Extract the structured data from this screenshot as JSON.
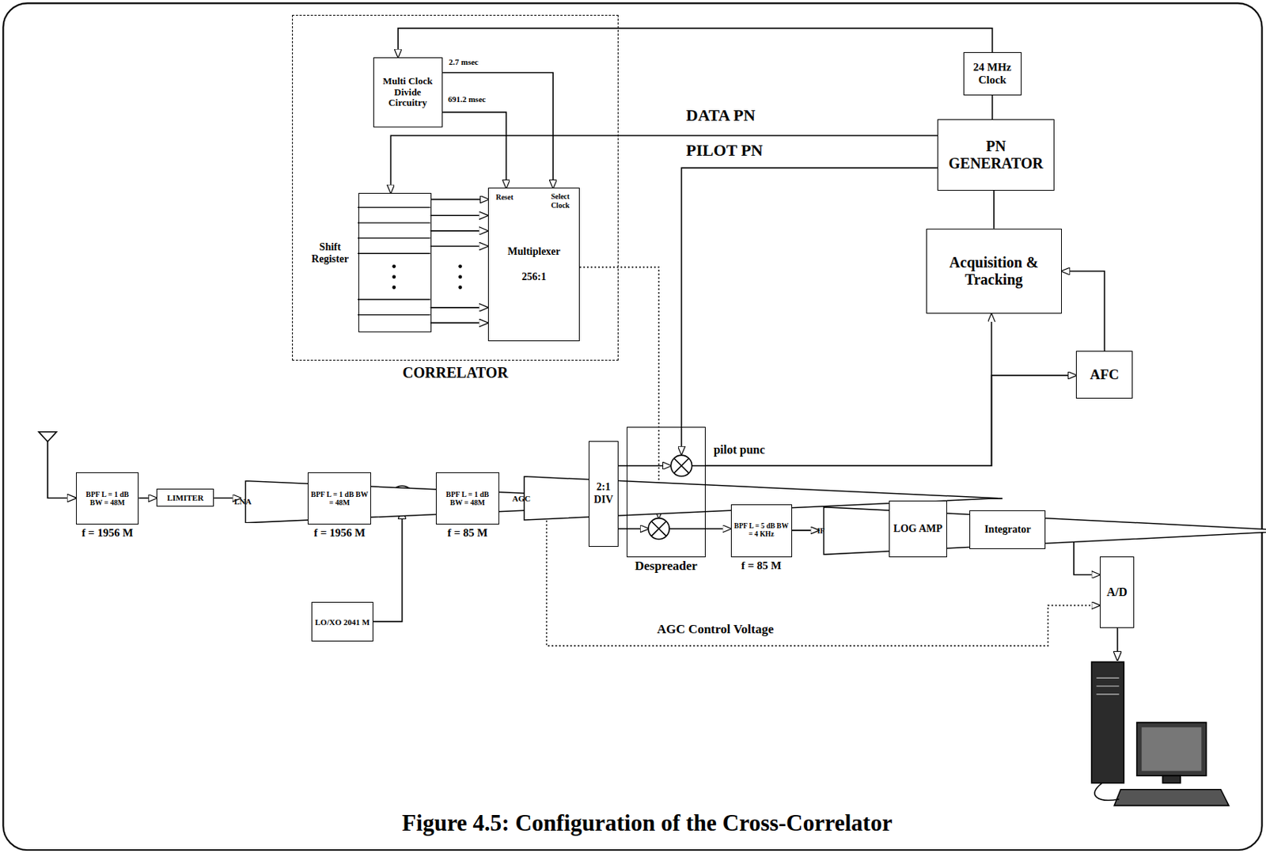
{
  "diagram": {
    "caption": "Figure 4.5: Configuration of the Cross-Correlator",
    "nodes": [
      {
        "text": [
          "CORRELATOR"
        ]
      },
      {
        "text": [
          "Multi Clock Divide Circuitry"
        ],
        "in": 0
      },
      {
        "text": [
          "Shift Register"
        ],
        "in": 0
      },
      {
        "text": [
          "Reset",
          "Select Clock",
          "Multiplexer",
          "256:1"
        ],
        "in": 0
      },
      {
        "text": [
          "24 MHz Clock"
        ]
      },
      {
        "text": [
          "PN GENERATOR"
        ]
      },
      {
        "text": [
          "Acquisition & Tracking"
        ]
      },
      {
        "text": [
          "AFC"
        ]
      },
      {
        "text": [
          "BPF L = 1 dB BW = 48M",
          "f = 1956 M"
        ]
      },
      {
        "text": [
          "LIMITER"
        ]
      },
      {
        "text": [
          "LNA"
        ]
      },
      {
        "text": [
          "BPF L = 1 dB BW = 48M",
          "f = 1956 M"
        ]
      },
      {
        "text": [
          "LO/XO 2041 M"
        ]
      },
      {
        "text": [
          "BPF L = 1 dB BW = 48M",
          "f = 85 M"
        ]
      },
      {
        "text": [
          "AGC"
        ]
      },
      {
        "text": [
          "2:1 DIV"
        ]
      },
      {
        "text": [
          "Despreader"
        ]
      },
      {
        "text": [
          "BPF L = 5 dB BW = 4 KHz",
          "f = 85 M"
        ]
      },
      {
        "text": [
          "IF"
        ]
      },
      {
        "text": [
          "LOG AMP"
        ]
      },
      {
        "text": [
          "Integrator"
        ]
      },
      {
        "text": [
          "A/D"
        ]
      }
    ],
    "edges": [
      {
        "from": 4,
        "to": 1,
        "arrow": "to"
      },
      {
        "from": 1,
        "to": 3,
        "label": "2.7 msec",
        "arrow": "to"
      },
      {
        "from": 1,
        "to": 3,
        "label": "691.2 msec",
        "arrow": "to"
      },
      {
        "from": 5,
        "to": 2,
        "label": "DATA PN",
        "arrow": "to"
      },
      {
        "from": 5,
        "to": 16,
        "label": "PILOT PN",
        "arrow": "to"
      },
      {
        "from": 2,
        "to": 3,
        "arrow": "to"
      },
      {
        "from": 3,
        "to": 16,
        "arrow": "to"
      },
      {
        "from": 4,
        "to": 5,
        "arrow": "none"
      },
      {
        "from": 6,
        "to": 5,
        "arrow": "none"
      },
      {
        "from": 16,
        "to": 6,
        "label": "pilot punc",
        "arrow": "to"
      },
      {
        "from": 16,
        "to": 7,
        "arrow": "to"
      },
      {
        "from": 7,
        "to": 6,
        "arrow": "to"
      },
      {
        "from": 8,
        "to": 9,
        "arrow": "to"
      },
      {
        "from": 9,
        "to": 10,
        "arrow": "to"
      },
      {
        "from": 10,
        "to": 11,
        "arrow": "to"
      },
      {
        "from": 11,
        "to": 13,
        "arrow": "to"
      },
      {
        "from": 13,
        "to": 14,
        "arrow": "to"
      },
      {
        "from": 14,
        "to": 15,
        "arrow": "to"
      },
      {
        "from": 15,
        "to": 16,
        "arrow": "to"
      },
      {
        "from": 15,
        "to": 16,
        "arrow": "to"
      },
      {
        "from": 16,
        "to": 17,
        "arrow": "to"
      },
      {
        "from": 17,
        "to": 18,
        "arrow": "to"
      },
      {
        "from": 18,
        "to": 19,
        "arrow": "to"
      },
      {
        "from": 19,
        "to": 20,
        "arrow": "to"
      },
      {
        "from": 20,
        "to": 21,
        "arrow": "to"
      },
      {
        "from": 14,
        "to": 21,
        "label": "AGC Control Voltage",
        "arrow": "to"
      }
    ]
  }
}
